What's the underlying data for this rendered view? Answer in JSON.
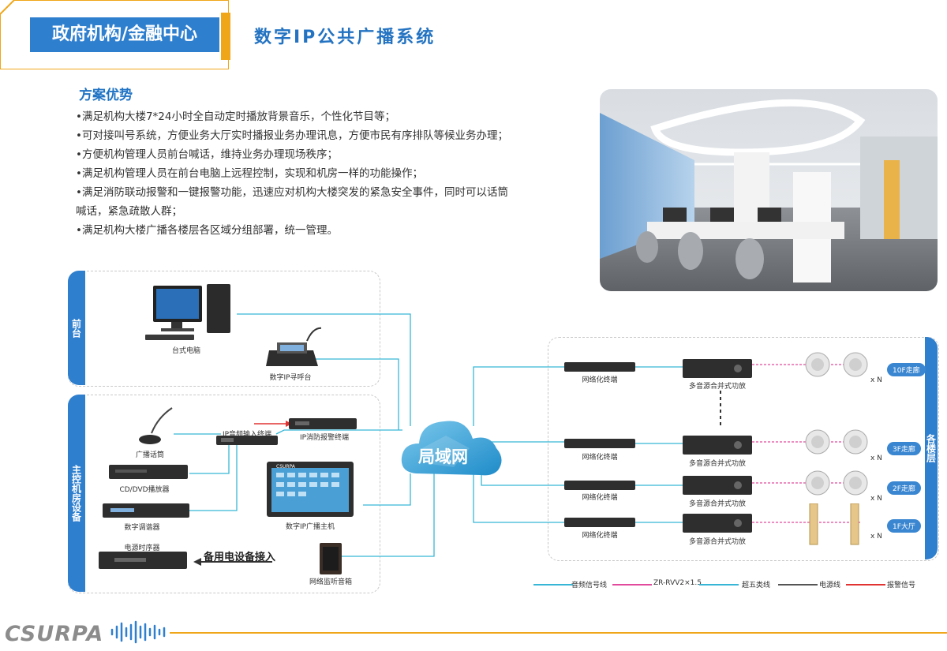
{
  "header": {
    "category": "政府机构/金融中心",
    "title": "数字IP公共广播系统"
  },
  "advantages": {
    "heading": "方案优势",
    "items": [
      "•满足机构大楼7*24小时全自动定时播放背景音乐，个性化节目等；",
      "•可对接叫号系统，方便业务大厅实时播报业务办理讯息，方便市民有序排队等候业务办理；",
      "•方便机构管理人员前台喊话，维持业务办理现场秩序；",
      "•满足机构管理人员在前台电脑上远程控制，实现和机房一样的功能操作；",
      "•满足消防联动报警和一键报警功能，迅速应对机构大楼突发的紧急安全事件，同时可以话筒",
      "喊话，紧急疏散人群；",
      "•满足机构大楼广播各楼层各区域分组部署，统一管理。"
    ]
  },
  "groups": {
    "front_desk": "前台",
    "control_room": "主控机房设备",
    "floors": "各楼层"
  },
  "devices": {
    "desktop_pc": "台式电脑",
    "paging_console": "数字IP寻呼台",
    "audio_input_terminal": "IP音频输入终端",
    "fire_alarm_terminal": "IP消防报警终端",
    "broadcast_mic": "广播话筒",
    "dvd_player": "CD/DVD播放器",
    "tuner": "数字调谐器",
    "power_sequencer": "电源时序器",
    "standby_device": "备用电设备接入",
    "host": "数字IP广播主机",
    "monitor_speaker": "网络监听音箱",
    "network_terminal": "网络化终端",
    "amplifier": "多音源合并式功放",
    "lan": "局域网",
    "multiplier": "x N",
    "host_brand": "CSURPA"
  },
  "zones": [
    "10F走廊",
    "3F走廊",
    "2F走廊",
    "1F大厅"
  ],
  "legend": [
    {
      "label": "音频信号线",
      "color": "#38b6d6"
    },
    {
      "label": "ZR-RVV2×1.5",
      "color": "#e24a9d"
    },
    {
      "label": "超五类线",
      "color": "#38b6d6"
    },
    {
      "label": "电源线",
      "color": "#555555"
    },
    {
      "label": "报警信号",
      "color": "#e23333"
    }
  ],
  "footer": {
    "brand": "CSURPA"
  },
  "colors": {
    "accent_blue": "#2f7fcf",
    "orange": "#f0a619",
    "line_cyan": "#38b6d6",
    "line_magenta": "#e24a9d",
    "alarm_red": "#e23333"
  }
}
